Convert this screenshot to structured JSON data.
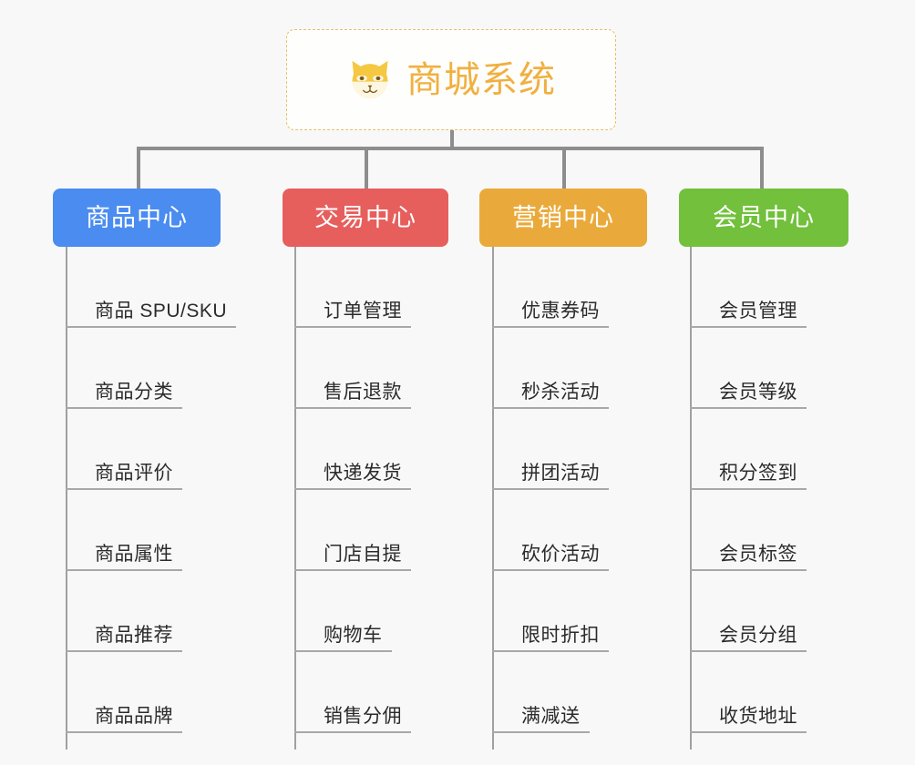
{
  "diagram": {
    "type": "mindmap-tree",
    "orientation": "top-down",
    "background_color": "#f8f8f8",
    "line_color": "#8d8d8d"
  },
  "root": {
    "title": "商城系统",
    "icon": "shiba-dog-icon",
    "icon_color": "#f5c842",
    "text_color": "#f0b040",
    "border_color": "#e8bf6a",
    "border_style": "dashed"
  },
  "categories": [
    {
      "label": "商品中心",
      "color": "#4a8cf0",
      "items": [
        "商品 SPU/SKU",
        "商品分类",
        "商品评价",
        "商品属性",
        "商品推荐",
        "商品品牌"
      ]
    },
    {
      "label": "交易中心",
      "color": "#e65f5c",
      "items": [
        "订单管理",
        "售后退款",
        "快递发货",
        "门店自提",
        "购物车",
        "销售分佣"
      ]
    },
    {
      "label": "营销中心",
      "color": "#eaaa3b",
      "items": [
        "优惠券码",
        "秒杀活动",
        "拼团活动",
        "砍价活动",
        "限时折扣",
        "满减送"
      ]
    },
    {
      "label": "会员中心",
      "color": "#72c03c",
      "items": [
        "会员管理",
        "会员等级",
        "积分签到",
        "会员标签",
        "会员分组",
        "收货地址"
      ]
    }
  ]
}
